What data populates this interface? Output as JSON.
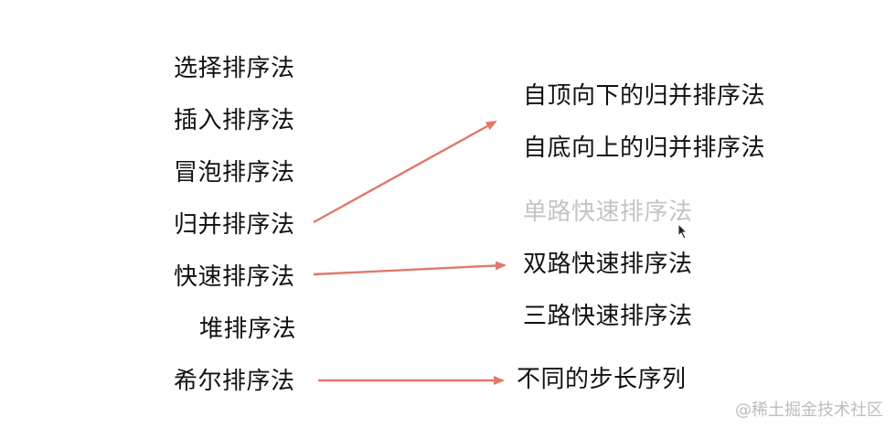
{
  "left_items": [
    "选择排序法",
    "插入排序法",
    "冒泡排序法",
    "归并排序法",
    "快速排序法",
    "堆排序法",
    "希尔排序法"
  ],
  "right_items": [
    "自顶向下的归并排序法",
    "自底向上的归并排序法",
    "单路快速排序法",
    "双路快速排序法",
    "三路快速排序法",
    "不同的步长序列"
  ],
  "arrow_color": "#e0786a",
  "faded_color": "#c4c4c4",
  "watermark": "@稀土掘金技术社区"
}
